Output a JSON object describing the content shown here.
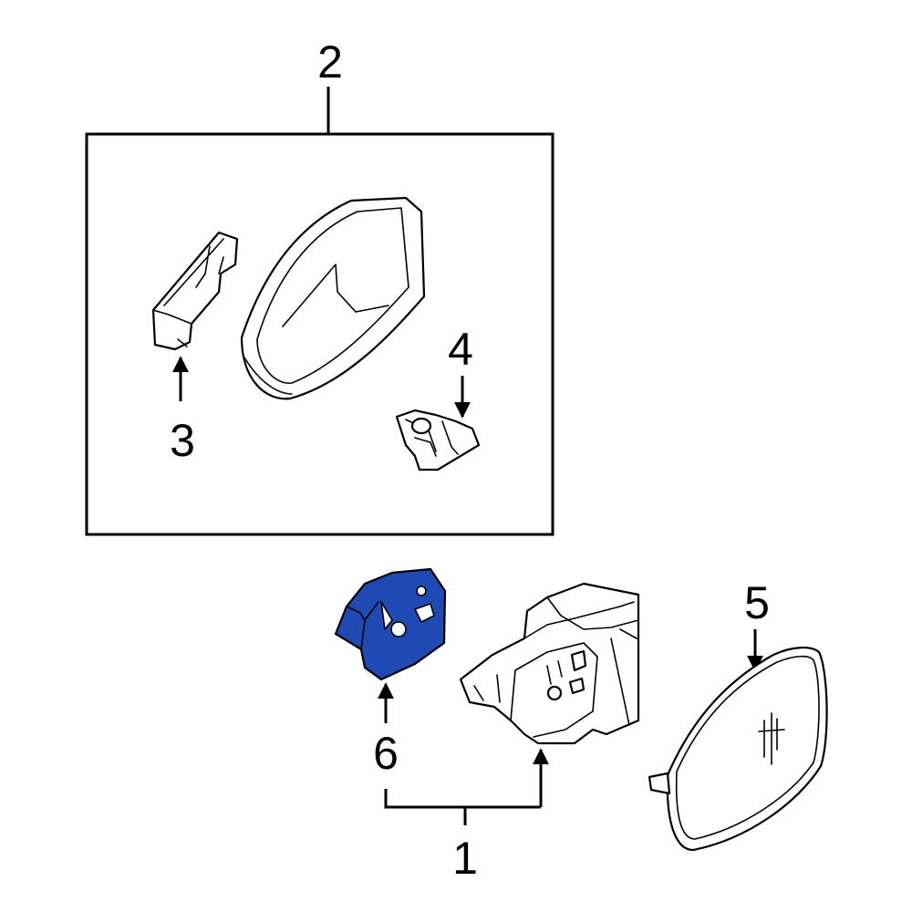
{
  "callouts": {
    "c1": "1",
    "c2": "2",
    "c3": "3",
    "c4": "4",
    "c5": "5",
    "c6": "6"
  },
  "colors": {
    "highlight": "#1f49b3",
    "ink": "#000000",
    "background": "#ffffff"
  },
  "parts": [
    "mirror-housing-assembly",
    "housing-trim-cover",
    "mirror-shell",
    "turn-signal-lamp",
    "mirror-glass",
    "actuator-motor",
    "mirror-base-frame"
  ]
}
